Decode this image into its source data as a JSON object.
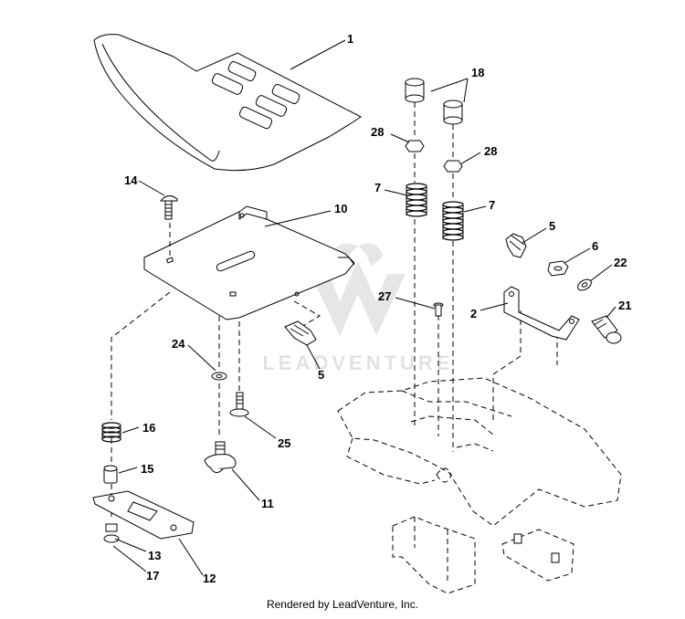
{
  "diagram": {
    "callouts": {
      "c1": "1",
      "c18": "18",
      "c28a": "28",
      "c28b": "28",
      "c14": "14",
      "c10": "10",
      "c7a": "7",
      "c7b": "7",
      "c5a": "5",
      "c6": "6",
      "c22": "22",
      "c27": "27",
      "c2": "2",
      "c21": "21",
      "c24": "24",
      "c5b": "5",
      "c16": "16",
      "c25": "25",
      "c15": "15",
      "c11": "11",
      "c13": "13",
      "c17": "17",
      "c12": "12"
    },
    "watermark": "LEADVENTURE"
  },
  "footer": {
    "credit": "Rendered by LeadVenture, Inc."
  }
}
